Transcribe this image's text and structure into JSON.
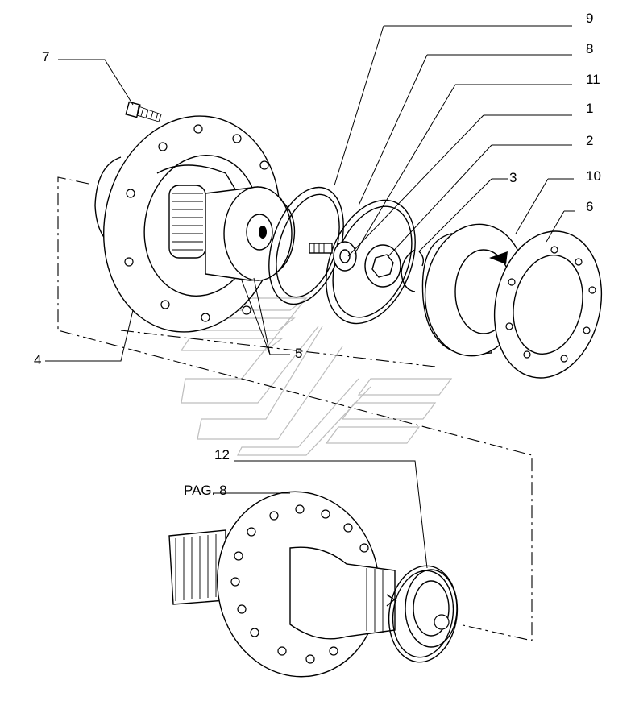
{
  "callouts": {
    "c9": "9",
    "c8": "8",
    "c11": "11",
    "c1": "1",
    "c2": "2",
    "c3": "3",
    "c10": "10",
    "c6": "6",
    "c7": "7",
    "c4": "4",
    "c5": "5",
    "c12": "12"
  },
  "page_ref": "PAG. 8"
}
